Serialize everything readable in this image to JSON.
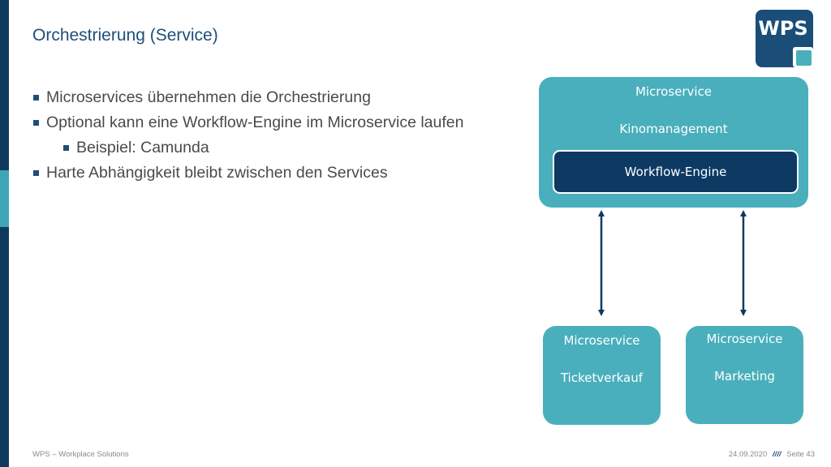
{
  "slide": {
    "title": "Orchestrierung (Service)",
    "bullets": [
      "Microservices übernehmen die Orchestrierung",
      "Optional kann eine Workflow-Engine im Microservice laufen",
      "Beispiel: Camunda",
      "Harte Abhängigkeit bleibt zwischen den Services"
    ]
  },
  "logo": {
    "text": "WPS"
  },
  "diagram": {
    "main": {
      "line1": "Microservice",
      "line2": "Kinomanagement",
      "engine": "Workflow-Engine"
    },
    "ticket": {
      "line1": "Microservice",
      "line2": "Ticketverkauf"
    },
    "marketing": {
      "line1": "Microservice",
      "line2": "Marketing"
    }
  },
  "footer": {
    "company": "WPS – Workplace Solutions",
    "date": "24.09.2020",
    "separator": "////",
    "page": "Seite 43"
  },
  "colors": {
    "navy": "#0e3a5e",
    "teal": "#49afbd",
    "engine": "#0d3a63",
    "title": "#1f4e79"
  }
}
